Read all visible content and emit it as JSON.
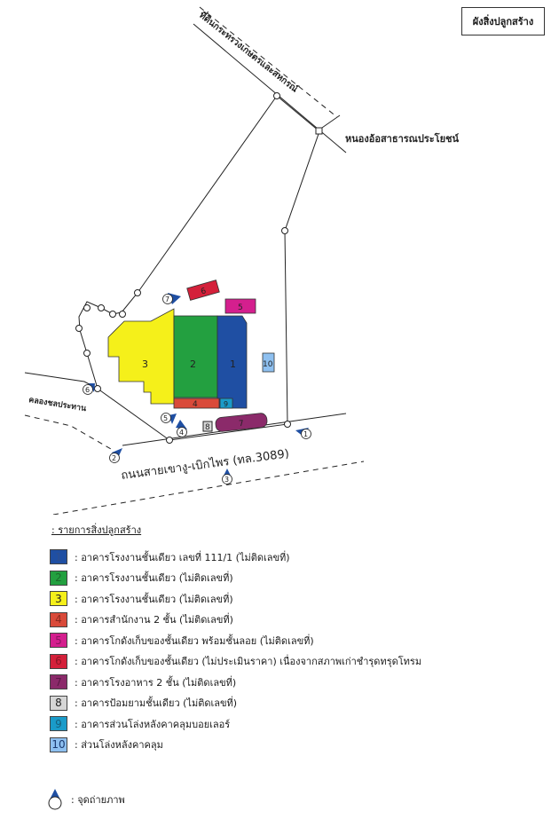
{
  "title": "ผังสิ่งปลูกสร้าง",
  "map": {
    "labels": {
      "north_land": "ที่ดินกระทรวงเกษตรและสหกรณ์",
      "public_pond": "หนองอ้อสาธารณประโยชน์",
      "canal": "คลองชลประทาน",
      "road": "ถนนสายเขางู-เบิกไพร (ทล.3089)"
    },
    "buildings": [
      {
        "id": "1",
        "color": "#1f4fa3"
      },
      {
        "id": "2",
        "color": "#23a040"
      },
      {
        "id": "3",
        "color": "#f5f01a"
      },
      {
        "id": "4",
        "color": "#d94a3a"
      },
      {
        "id": "5",
        "color": "#d41f8e"
      },
      {
        "id": "6",
        "color": "#d4203a"
      },
      {
        "id": "7",
        "color": "#8b2a6a"
      },
      {
        "id": "8",
        "color": "#d6d6d6"
      },
      {
        "id": "9",
        "color": "#1a9bc9"
      },
      {
        "id": "10",
        "color": "#8ec0f0"
      }
    ],
    "photo_points": [
      "1",
      "2",
      "3",
      "4",
      "5",
      "6",
      "7"
    ]
  },
  "legend": {
    "heading": ": รายการสิ่งปลูกสร้าง",
    "items": [
      {
        "num": "1",
        "color": "#1f4fa3",
        "text": ": อาคารโรงงานชั้นเดียว เลขที่ 111/1 (ไม่ติดเลขที่)"
      },
      {
        "num": "2",
        "color": "#23a040",
        "text": ": อาคารโรงงานชั้นเดียว (ไม่ติดเลขที่)"
      },
      {
        "num": "3",
        "color": "#f5f01a",
        "text": ": อาคารโรงงานชั้นเดียว (ไม่ติดเลขที่)"
      },
      {
        "num": "4",
        "color": "#d94a3a",
        "text": ": อาคารสำนักงาน 2 ชั้น (ไม่ติดเลขที่)"
      },
      {
        "num": "5",
        "color": "#d41f8e",
        "text": ": อาคารโกดังเก็บของชั้นเดียว พร้อมชั้นลอย  (ไม่ติดเลขที่)"
      },
      {
        "num": "6",
        "color": "#d4203a",
        "text": ": อาคารโกดังเก็บของชั้นเดียว (ไม่ประเมินราคา) เนื่องจากสภาพเก่าชำรุดทรุดโทรม"
      },
      {
        "num": "7",
        "color": "#8b2a6a",
        "text": ": อาคารโรงอาหาร 2 ชั้น (ไม่ติดเลขที่)"
      },
      {
        "num": "8",
        "color": "#d6d6d6",
        "text": ": อาคารป้อมยามชั้นเดียว (ไม่ติดเลขที่)"
      },
      {
        "num": "9",
        "color": "#1a9bc9",
        "text": ": อาคารส่วนโล่งหลังคาคลุมบอยเลอร์"
      },
      {
        "num": "10",
        "color": "#8ec0f0",
        "text": ": ส่วนโล่งหลังคาคลุม"
      }
    ],
    "photo_point_text": ": จุดถ่ายภาพ"
  }
}
